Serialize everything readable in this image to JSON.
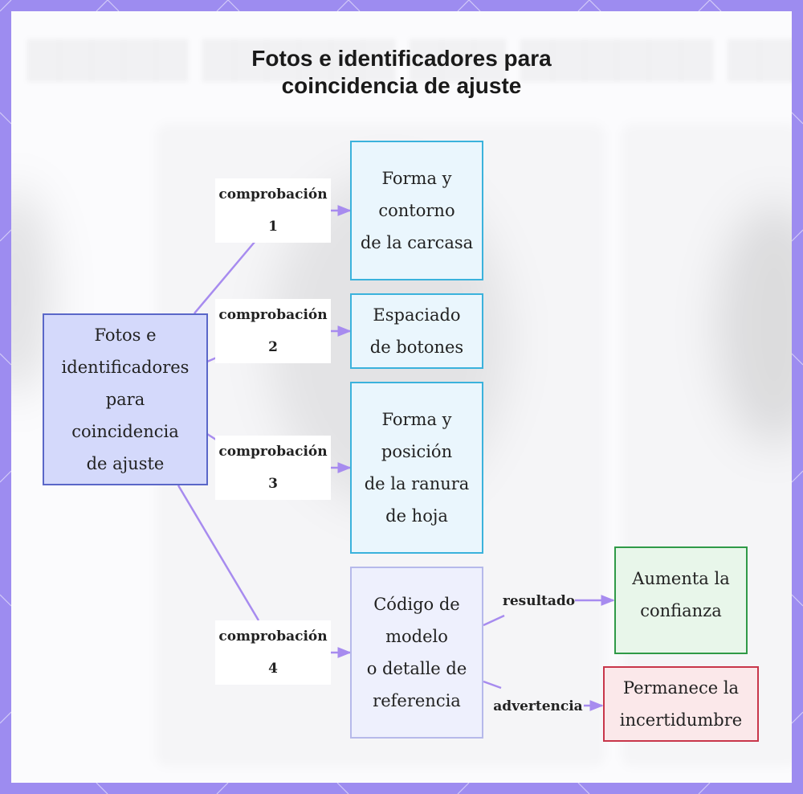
{
  "title": {
    "line1": "Fotos e identificadores para",
    "line2": "coincidencia de ajuste"
  },
  "nodes": {
    "root": {
      "lines": [
        "Fotos e",
        "identificadores",
        "para",
        "coincidencia",
        "de ajuste"
      ]
    },
    "check1": {
      "lines": [
        "Forma y",
        "contorno",
        "de la carcasa"
      ]
    },
    "check2": {
      "lines": [
        "Espaciado",
        "de botones"
      ]
    },
    "check3": {
      "lines": [
        "Forma y",
        "posición",
        "de la ranura",
        "de hoja"
      ]
    },
    "check4": {
      "lines": [
        "Código de",
        "modelo",
        "o detalle de",
        "referencia"
      ]
    },
    "good": {
      "lines": [
        "Aumenta la",
        "confianza"
      ]
    },
    "warn": {
      "lines": [
        "Permanece la",
        "incertidumbre"
      ]
    }
  },
  "edge_labels": {
    "e1": {
      "word": "comprobación",
      "num": "1"
    },
    "e2": {
      "word": "comprobación",
      "num": "2"
    },
    "e3": {
      "word": "comprobación",
      "num": "3"
    },
    "e4": {
      "word": "comprobación",
      "num": "4"
    },
    "result": "resultado",
    "warning": "advertencia"
  },
  "colors": {
    "frame": "#9d8cf0",
    "edge": "#a78bef",
    "root_border": "#5a67c8",
    "check_border": "#3bb2dc",
    "good_border": "#2f9a47",
    "warn_border": "#c8364a"
  }
}
